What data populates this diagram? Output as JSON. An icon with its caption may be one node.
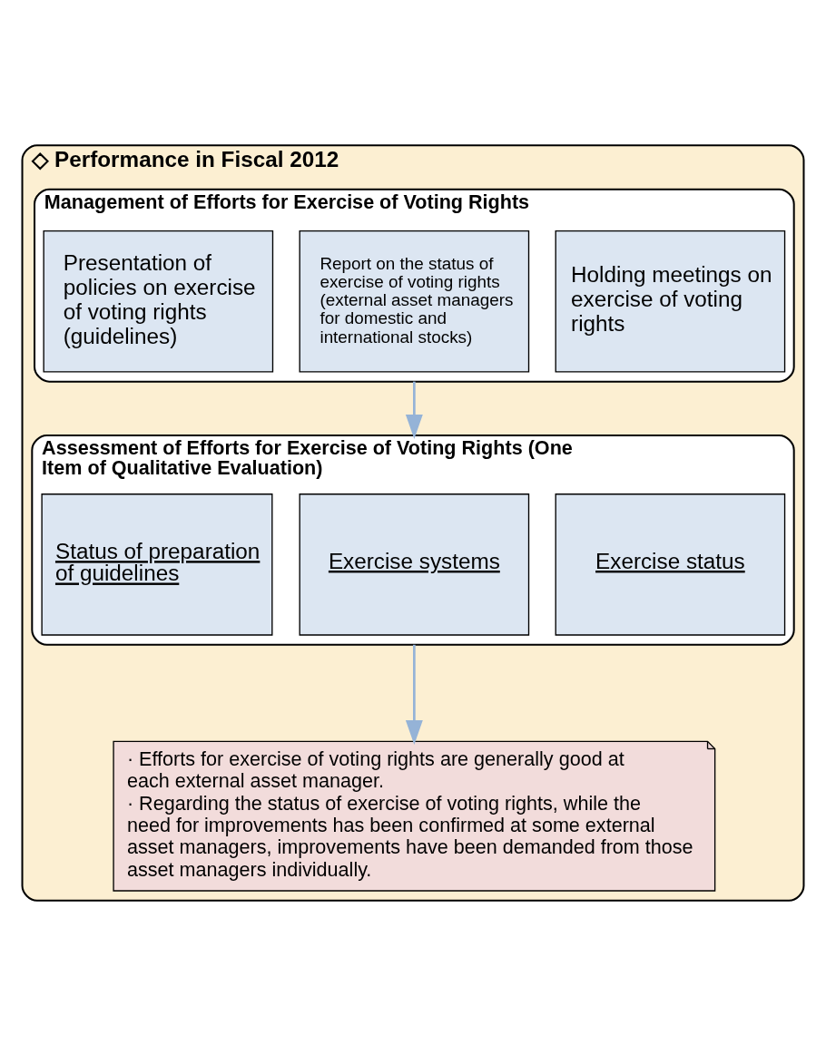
{
  "diagram": {
    "nodes": [
      {
        "text": [
          "◇ Performance in Fiscal 2012"
        ]
      },
      {
        "text": [
          "Management of Efforts for Exercise of Voting Rights"
        ],
        "in": 0
      },
      {
        "text": [
          "Presentation of policies on exercise of voting rights (guidelines)"
        ],
        "in": 1
      },
      {
        "text": [
          "Report on the status of exercise of voting rights (external asset managers for domestic and international stocks)"
        ],
        "in": 1
      },
      {
        "text": [
          "Holding meetings on exercise of voting rights"
        ],
        "in": 1
      },
      {
        "text": [
          "Assessment of Efforts for Exercise of Voting Rights (One Item of Qualitative Evaluation)"
        ],
        "in": 0
      },
      {
        "text": [
          "Status of preparation of guidelines"
        ],
        "in": 5
      },
      {
        "text": [
          "Exercise systems"
        ],
        "in": 5
      },
      {
        "text": [
          "Exercise status"
        ],
        "in": 5
      },
      {
        "text": [
          "· Efforts for exercise of voting rights are generally good at each external asset manager.",
          "· Regarding the status of exercise of voting rights, while the need for improvements has been confirmed at some external asset managers, improvements have been demanded from those asset managers individually."
        ],
        "in": 0
      }
    ],
    "edges": [
      {
        "from": 1,
        "to": 5,
        "arrow": "to"
      },
      {
        "from": 5,
        "to": 9,
        "arrow": "to"
      }
    ]
  }
}
